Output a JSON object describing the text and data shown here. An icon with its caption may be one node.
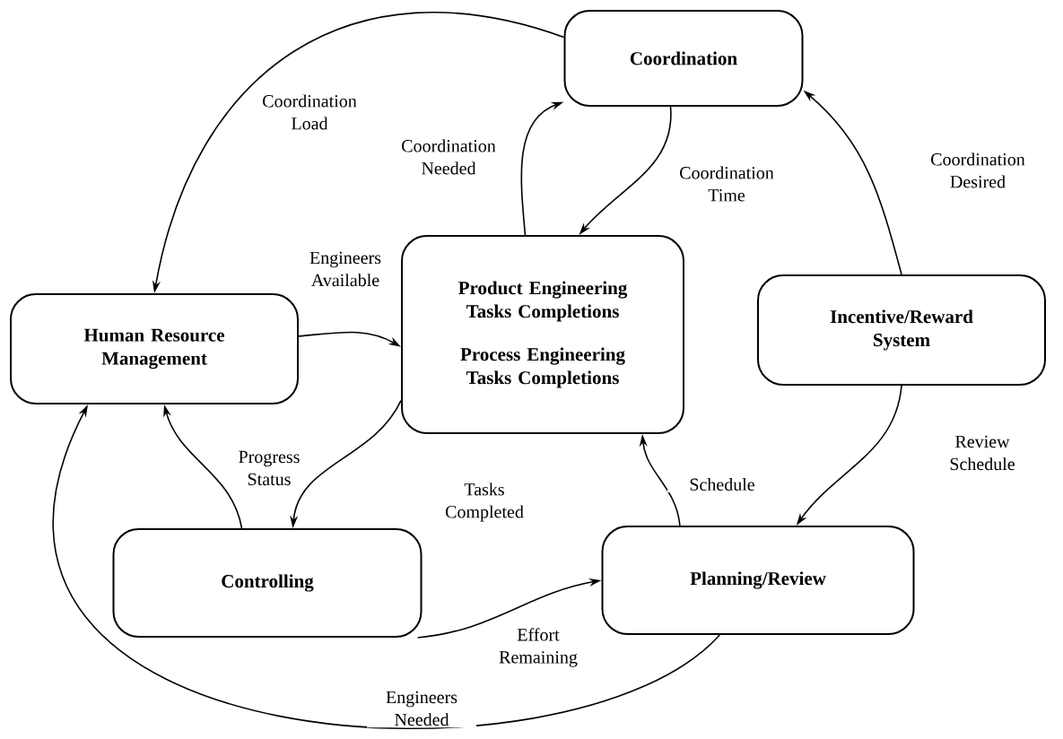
{
  "diagram": {
    "nodes": [
      {
        "text": [
          "Coordination"
        ]
      },
      {
        "text": [
          "Human Resource Management"
        ]
      },
      {
        "text": [
          "Product Engineering Tasks Completions",
          "Process Engineering Tasks Completions"
        ]
      },
      {
        "text": [
          "Incentive/Reward System"
        ]
      },
      {
        "text": [
          "Controlling"
        ]
      },
      {
        "text": [
          "Planning/Review"
        ]
      }
    ],
    "edges": [
      {
        "from": 0,
        "to": 1,
        "arrow": "to",
        "label": "Coordination Load"
      },
      {
        "from": 2,
        "to": 0,
        "arrow": "to",
        "label": "Coordination Needed"
      },
      {
        "from": 0,
        "to": 2,
        "arrow": "to",
        "label": "Coordination Time"
      },
      {
        "from": 3,
        "to": 0,
        "arrow": "to",
        "label": "Coordination Desired"
      },
      {
        "from": 1,
        "to": 2,
        "arrow": "to",
        "label": "Engineers Available"
      },
      {
        "from": 3,
        "to": 5,
        "arrow": "to",
        "label": "Review Schedule"
      },
      {
        "from": 5,
        "to": 2,
        "arrow": "to",
        "label": "Schedule"
      },
      {
        "from": 2,
        "to": 4,
        "arrow": "to",
        "label": "Tasks Completed"
      },
      {
        "from": 4,
        "to": 1,
        "arrow": "to",
        "label": "Progress Status"
      },
      {
        "from": 4,
        "to": 5,
        "arrow": "to",
        "label": "Effort Remaining"
      },
      {
        "from": 5,
        "to": 1,
        "arrow": "to",
        "label": "Engineers Needed"
      }
    ]
  }
}
